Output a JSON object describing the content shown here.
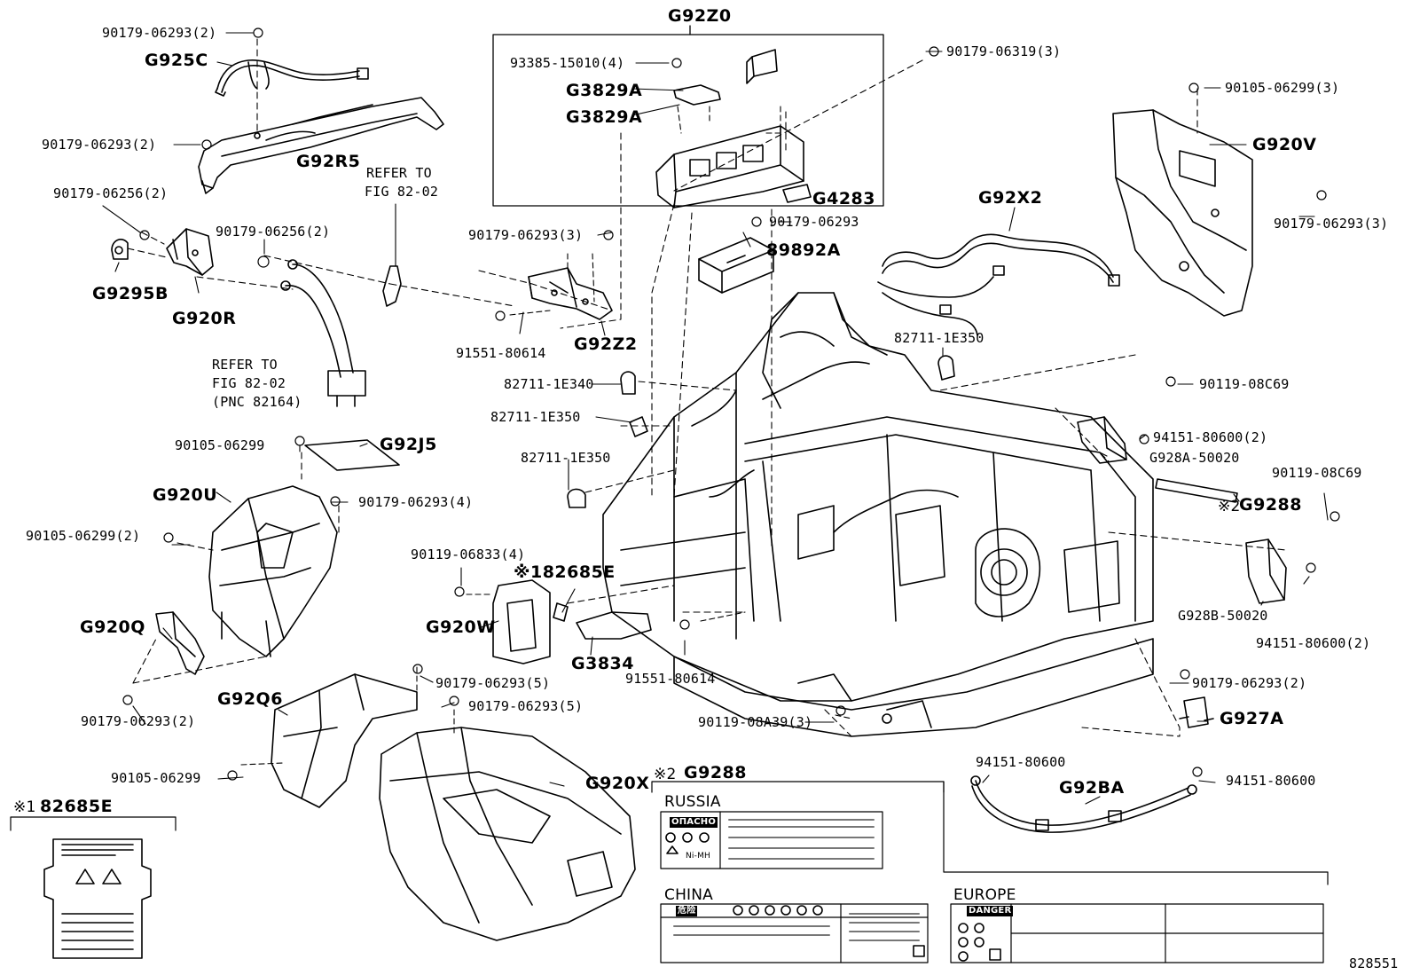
{
  "diagram_id": "828551",
  "groups": {
    "g92z0": "G92Z0",
    "ref_fig_a_line1": "REFER TO",
    "ref_fig_a_line2": "FIG 82-02",
    "ref_fig_b_line1": "REFER TO",
    "ref_fig_b_line2": "FIG 82-02",
    "ref_fig_b_line3": "(PNC 82164)"
  },
  "parts": {
    "p01": "90179-06293(2)",
    "p02": "G925C",
    "p03": "90179-06293(2)",
    "p04": "G92R5",
    "p05": "90179-06256(2)",
    "p06": "90179-06256(2)",
    "p07": "G9295B",
    "p08": "G920R",
    "p09": "93385-15010(4)",
    "p10": "G3829A",
    "p11": "G3829A",
    "p12": "G4283",
    "p13": "90179-06319(3)",
    "p14": "90105-06299(3)",
    "p15": "G920V",
    "p16": "90179-06293(3)",
    "p17": "G92X2",
    "p18": "90179-06293",
    "p19": "89892A",
    "p20": "90179-06293(3)",
    "p21": "G92Z2",
    "p22": "91551-80614",
    "p23": "82711-1E350",
    "p24": "82711-1E340",
    "p25": "82711-1E350",
    "p26": "82711-1E350",
    "p27": "90119-08C69",
    "p28": "94151-80600(2)",
    "p29": "G928A-50020",
    "p30": "90105-06299",
    "p31": "G92J5",
    "p32": "G920U",
    "p33": "90179-06293(4)",
    "p34": "90105-06299(2)",
    "p35": "90119-06833(4)",
    "p36": "※182685E",
    "p37": "G920W",
    "p38": "G3834",
    "p39": "91551-80614",
    "p40": "※2",
    "p41": "G9288",
    "p42": "90119-08C69",
    "p43": "G928B-50020",
    "p44": "94151-80600(2)",
    "p45": "G920Q",
    "p46": "90179-06293(2)",
    "p47": "G92Q6",
    "p48": "90179-06293(5)",
    "p49": "90179-06293(5)",
    "p50": "90179-06293(2)",
    "p51": "G927A",
    "p52": "90119-08A39(3)",
    "p53": "90105-06299",
    "p54": "G920X",
    "p55": "94151-80600",
    "p56": "G92BA",
    "p57": "94151-80600"
  },
  "inset_82685e": {
    "marker": "※1",
    "part": "82685E"
  },
  "inset_g9288": {
    "marker": "※2",
    "part": "G9288",
    "russia": {
      "region": "RUSSIA",
      "warning": "ОПАСНО",
      "battery": "Ni-MH"
    },
    "china": {
      "region": "CHINA",
      "warning": "危险"
    },
    "europe": {
      "region": "EUROPE",
      "warning": "DANGER"
    }
  }
}
